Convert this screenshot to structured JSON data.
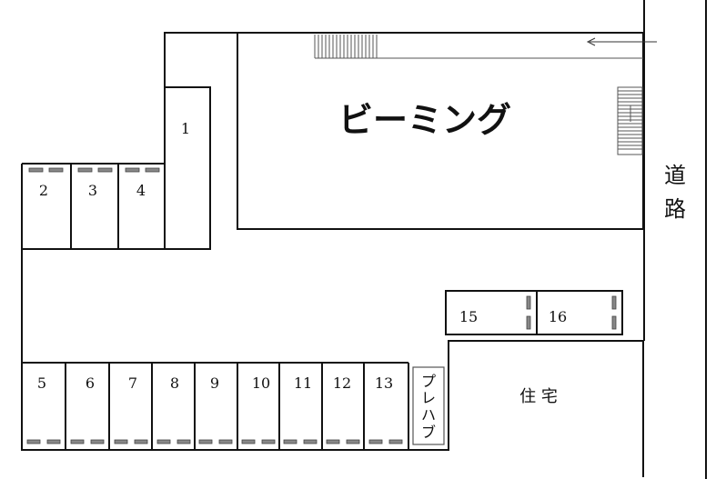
{
  "building": {
    "name": "ビーミング"
  },
  "road": {
    "chars": [
      "道",
      "路"
    ]
  },
  "house": {
    "label": "住 宅"
  },
  "prefab": {
    "chars": [
      "プ",
      "レ",
      "ハ",
      "ブ"
    ]
  },
  "spaces": {
    "upper": [
      "2",
      "3",
      "4"
    ],
    "corner": "1",
    "lower": [
      "5",
      "6",
      "7",
      "8",
      "9",
      "10",
      "11",
      "12",
      "13"
    ],
    "right": [
      "15",
      "16"
    ]
  },
  "colors": {
    "line": "#111111",
    "bumper": "#888888"
  }
}
